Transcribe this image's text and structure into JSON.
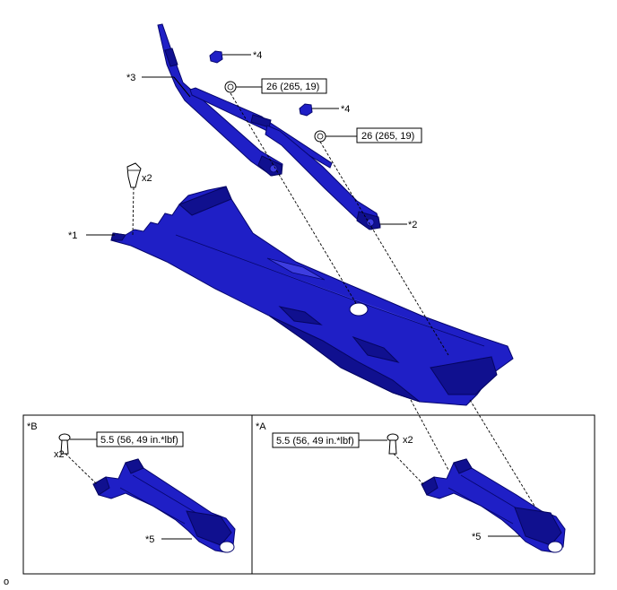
{
  "labels": {
    "cowl_top": "*1",
    "wiper_arm_rh": "*2",
    "wiper_arm_lh": "*3",
    "cap_upper": "*4",
    "cap_lower": "*4",
    "motor_link_b": "*5",
    "motor_link_a": "*5"
  },
  "quantities": {
    "clip": "x2",
    "bolt_b": "x2",
    "bolt_a": "x2"
  },
  "torques": {
    "nut_upper": "26 (265, 19)",
    "nut_lower": "26 (265, 19)",
    "bolt_b": "5.5 (56, 49 in.*lbf)",
    "bolt_a": "5.5 (56, 49 in.*lbf)"
  },
  "panels": {
    "left": "*B",
    "right": "*A"
  },
  "figure_id": "o",
  "colors": {
    "part_fill": "#1f1fc6",
    "part_dark": "#10108f",
    "part_outline": "#06066e"
  }
}
